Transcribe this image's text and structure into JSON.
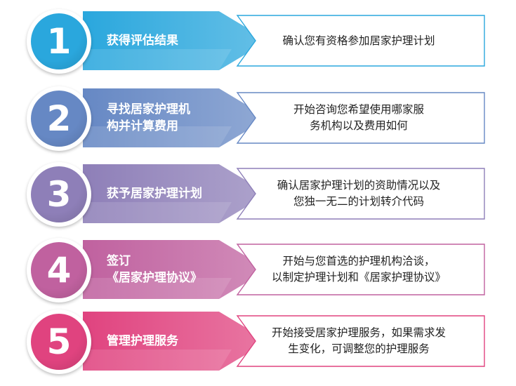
{
  "colors": {
    "step1": "#2aa7dd",
    "step2": "#6688c4",
    "step3": "#8e7fb8",
    "step4": "#c0619f",
    "step5": "#e0437f"
  },
  "steps": [
    {
      "number": "1",
      "title_lines": [
        "获得评估结果"
      ],
      "desc_lines": [
        "确认您有资格参加居家护理计划"
      ]
    },
    {
      "number": "2",
      "title_lines": [
        "寻找居家护理机",
        "构并计算费用"
      ],
      "desc_lines": [
        "开始咨询您希望使用哪家服",
        "务机构以及费用如何"
      ]
    },
    {
      "number": "3",
      "title_lines": [
        "获予居家护理计划"
      ],
      "desc_lines": [
        "确认居家护理计划的资助情况以及",
        "您独一无二的计划转介代码"
      ]
    },
    {
      "number": "4",
      "title_lines": [
        "签订",
        "《居家护理协议》"
      ],
      "desc_lines": [
        "开始与您首选的护理机构洽谈，",
        "以制定护理计划和《居家护理协议》"
      ]
    },
    {
      "number": "5",
      "title_lines": [
        "管理护理服务"
      ],
      "desc_lines": [
        "开始接受居家护理服务，如果需求发",
        "生变化，可调整您的护理服务"
      ]
    }
  ]
}
